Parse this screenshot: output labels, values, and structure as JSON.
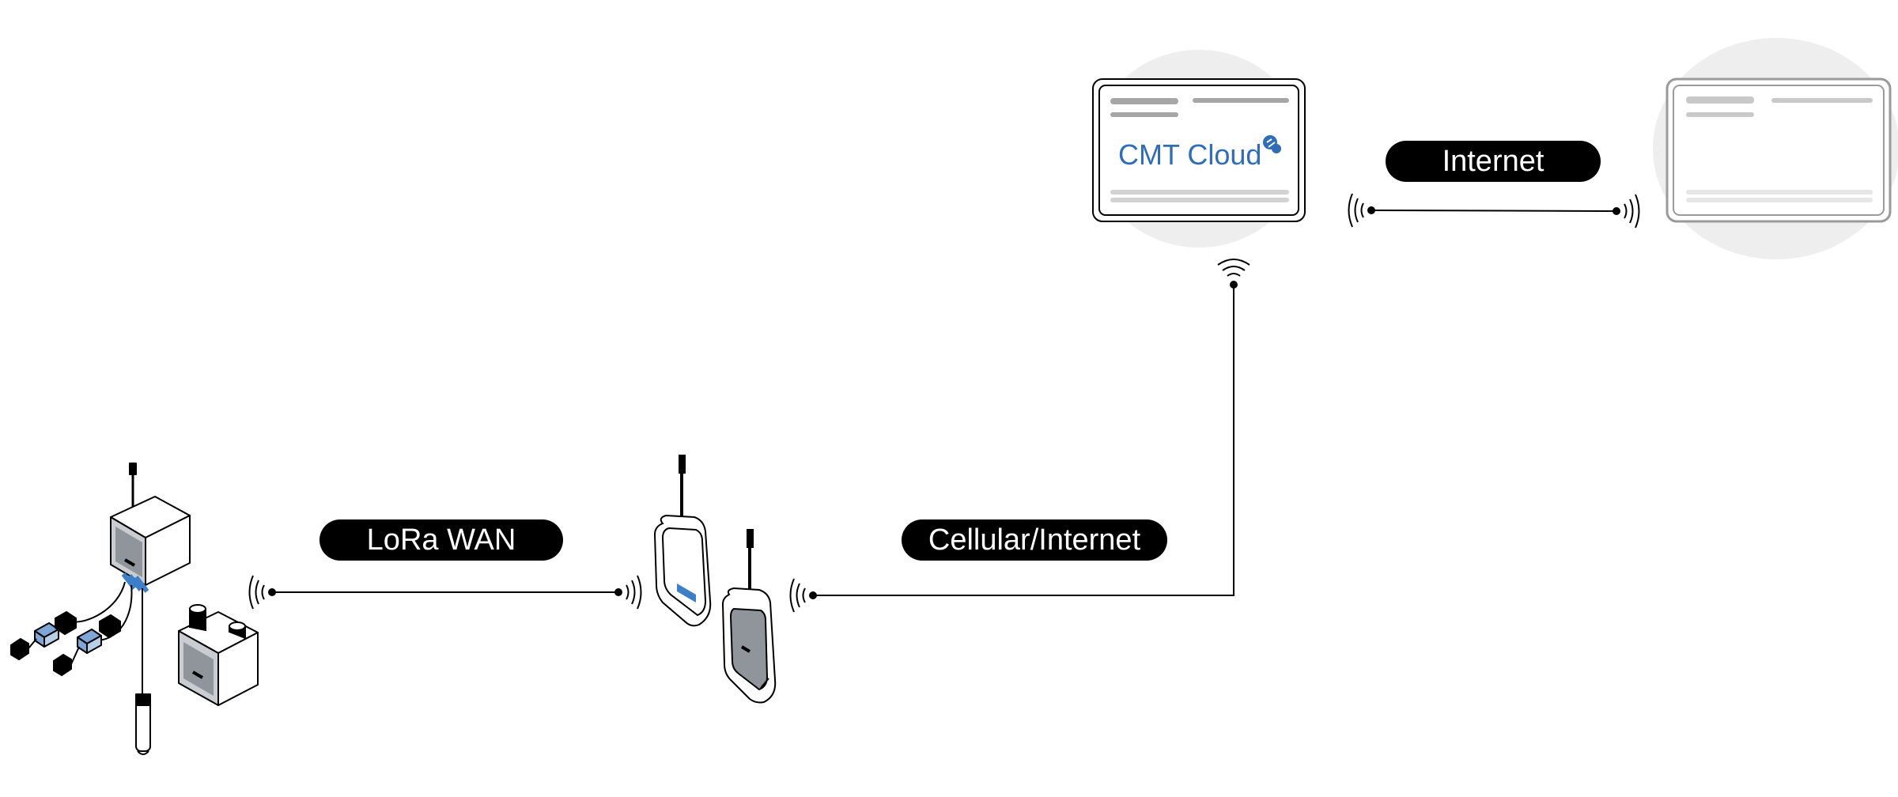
{
  "colors": {
    "background": "#ffffff",
    "line": "#000000",
    "accent": "#2f6db6",
    "halo": "#eeeeee",
    "device_face": "#8f959b"
  },
  "links": {
    "lora": {
      "label": "LoRa WAN"
    },
    "cellular": {
      "label": "Cellular/Internet"
    },
    "internet": {
      "label": "Internet"
    }
  },
  "cloud": {
    "brand_label": "CMT Cloud"
  },
  "icons": [
    "signal-waves-icon",
    "wifi-icon",
    "cmt-cloud-logo-icon"
  ]
}
